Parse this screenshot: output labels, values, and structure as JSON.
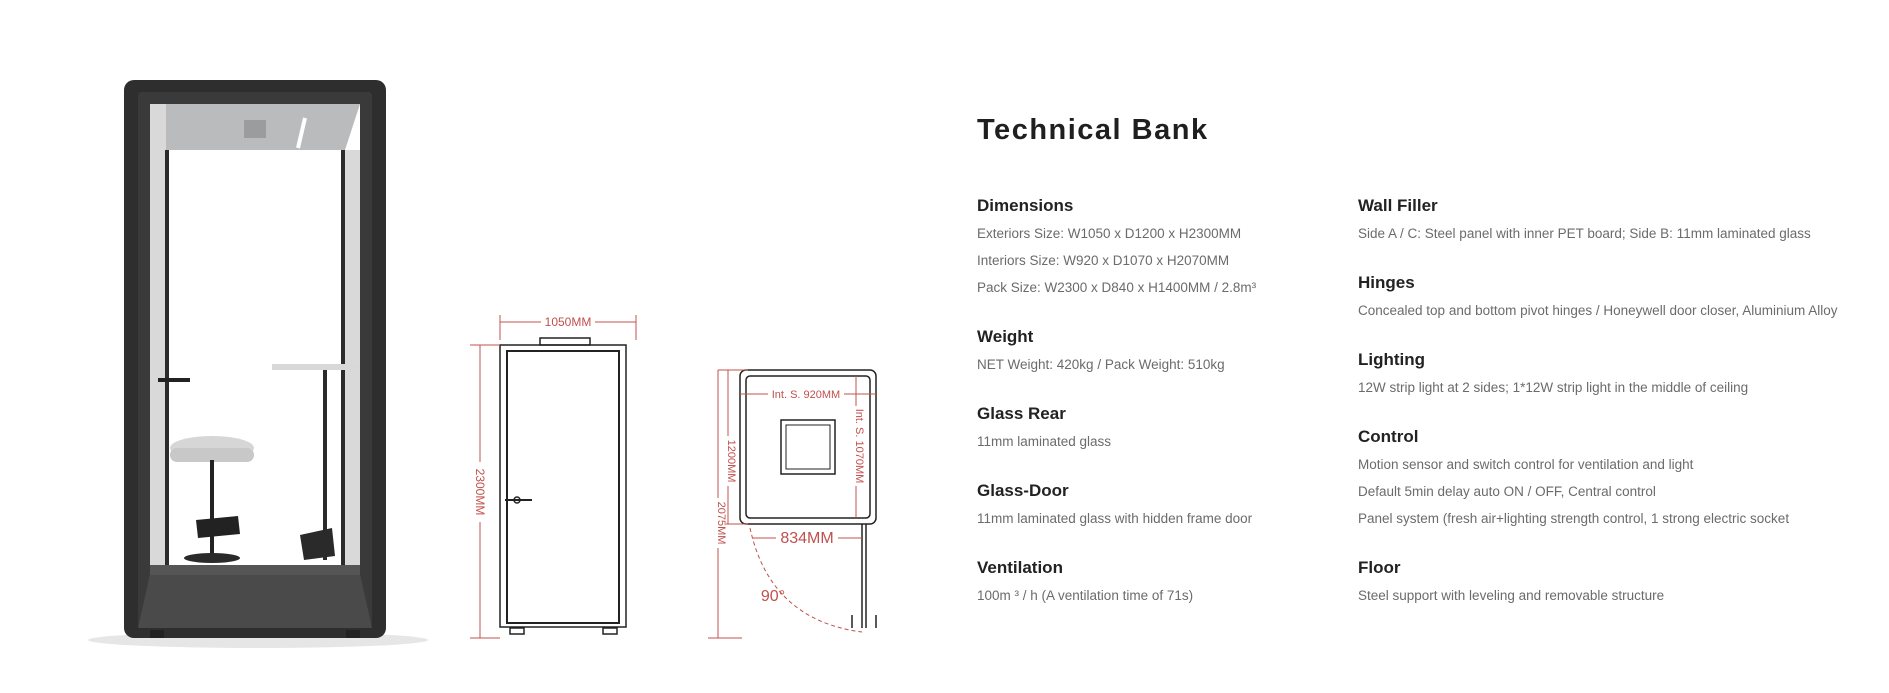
{
  "page_title": "Technical Bank",
  "drawing": {
    "width_label": "1050MM",
    "height_label": "2300MM",
    "plan_int_width": "Int. S. 920MM",
    "plan_int_depth": "Int. S. 1070MM",
    "plan_depth": "1200MM",
    "plan_total_depth": "2075MM",
    "door_width": "834MM",
    "door_angle": "90°"
  },
  "specs_left": [
    {
      "title": "Dimensions",
      "lines": [
        "Exteriors Size: W1050 x D1200 x H2300MM",
        "Interiors Size: W920 x D1070 x H2070MM",
        "Pack Size: W2300 x D840 x H1400MM / 2.8m³"
      ]
    },
    {
      "title": "Weight",
      "lines": [
        "NET Weight: 420kg / Pack Weight: 510kg"
      ]
    },
    {
      "title": "Glass Rear",
      "lines": [
        "11mm laminated glass"
      ]
    },
    {
      "title": "Glass-Door",
      "lines": [
        "11mm laminated glass with hidden frame door"
      ]
    },
    {
      "title": "Ventilation",
      "lines": [
        "100m ³ / h (A ventilation time of 71s)"
      ]
    }
  ],
  "specs_right": [
    {
      "title": "Wall Filler",
      "lines": [
        "Side A / C: Steel panel with inner PET board; Side B: 11mm laminated glass"
      ]
    },
    {
      "title": "Hinges",
      "lines": [
        "Concealed top and bottom pivot hinges / Honeywell door closer, Aluminium Alloy"
      ]
    },
    {
      "title": "Lighting",
      "lines": [
        "12W strip light at 2 sides; 1*12W strip light in the middle of ceiling"
      ]
    },
    {
      "title": "Control",
      "lines": [
        "Motion sensor and switch control for ventilation and light",
        "Default 5min delay auto ON / OFF, Central control",
        "Panel system (fresh air+lighting strength control, 1 strong electric socket"
      ]
    },
    {
      "title": "Floor",
      "lines": [
        "Steel support with leveling and removable structure"
      ]
    }
  ]
}
